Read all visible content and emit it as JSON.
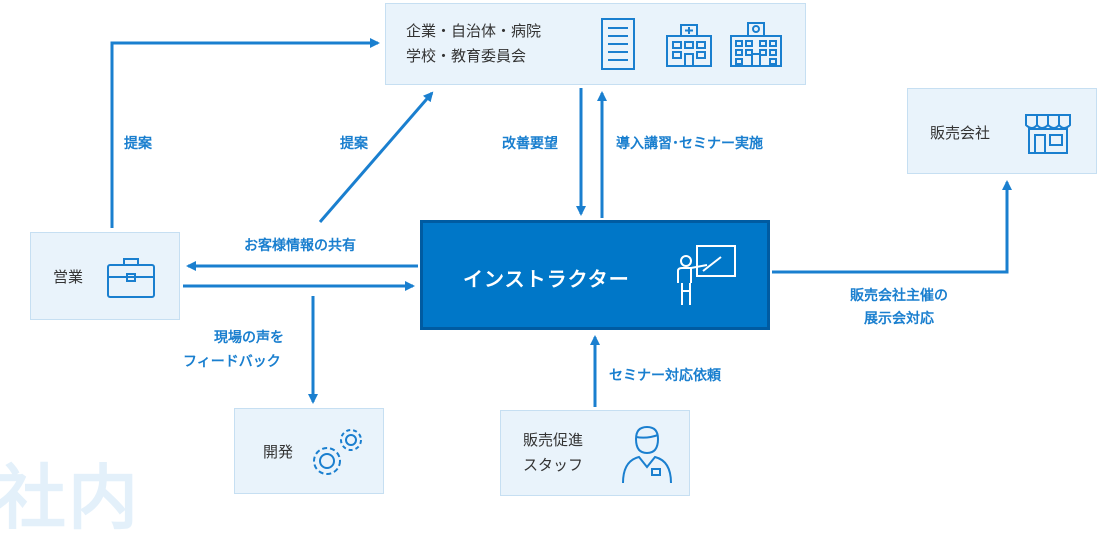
{
  "clients": {
    "line1": "企業・自治体・病院",
    "line2": "学校・教育委員会"
  },
  "sales": {
    "label": "営業"
  },
  "reseller": {
    "label": "販売会社"
  },
  "instructor": {
    "label": "インストラクター"
  },
  "development": {
    "label": "開発"
  },
  "promotion": {
    "line1": "販売促進",
    "line2": "スタッフ"
  },
  "flows": {
    "proposal_left": "提案",
    "proposal_diag": "提案",
    "improvement": "改善要望",
    "training": "導入講習･セミナー実施",
    "share_info": "お客様情報の共有",
    "voice_line1": "現場の声を",
    "voice_line2": "フィードバック",
    "seminar_request": "セミナー対応依頼",
    "reseller_line1": "販売会社主催の",
    "reseller_line2": "展示会対応"
  },
  "watermark": "社内",
  "colors": {
    "arrow": "#1a7fcf",
    "box_fill": "#e9f3fb",
    "box_border": "#c6dff2",
    "center": "#0077c8",
    "watermark": "#e3f0fa"
  },
  "icons": [
    "office-building-icon",
    "hospital-icon",
    "school-icon",
    "store-icon",
    "briefcase-icon",
    "presenter-icon",
    "gears-icon",
    "staff-person-icon"
  ]
}
